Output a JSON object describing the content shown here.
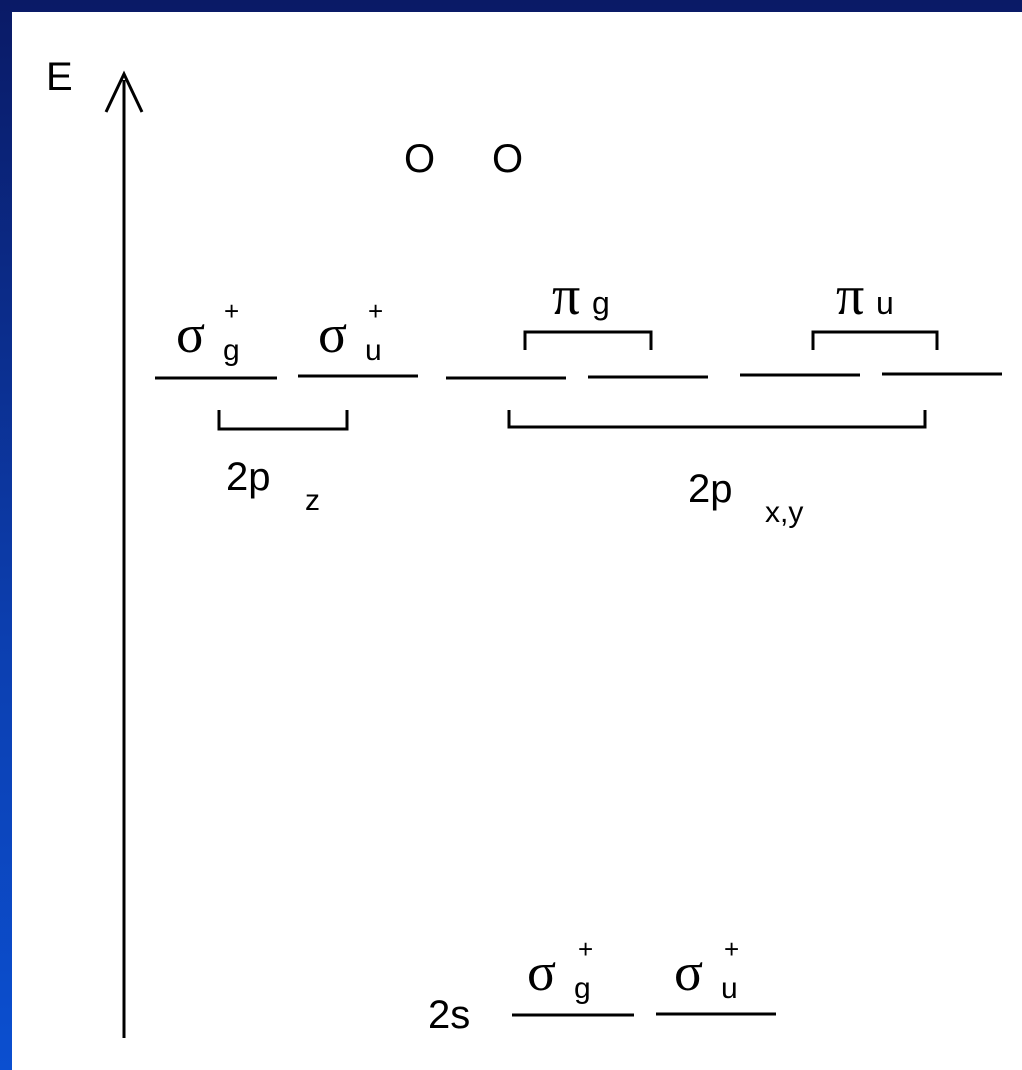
{
  "axis": {
    "label": "E"
  },
  "atoms": {
    "left": "O",
    "right": "O"
  },
  "upper": {
    "sigma_g": {
      "symbol": "σ",
      "sub": "g",
      "sup": "+"
    },
    "sigma_u": {
      "symbol": "σ",
      "sub": "u",
      "sup": "+"
    },
    "pi_g": {
      "symbol": "π",
      "sub": "g"
    },
    "pi_u": {
      "symbol": "π",
      "sub": "u"
    },
    "pz_label": {
      "main": "2p",
      "sub": "z"
    },
    "pxy_label": {
      "main": "2p",
      "sub": "x,y"
    }
  },
  "lower": {
    "label": "2s",
    "sigma_g": {
      "symbol": "σ",
      "sub": "g",
      "sup": "+"
    },
    "sigma_u": {
      "symbol": "σ",
      "sub": "u",
      "sup": "+"
    }
  },
  "colors": {
    "frame": "#0c3fb0",
    "background": "#ffffff",
    "ink": "#000000"
  }
}
